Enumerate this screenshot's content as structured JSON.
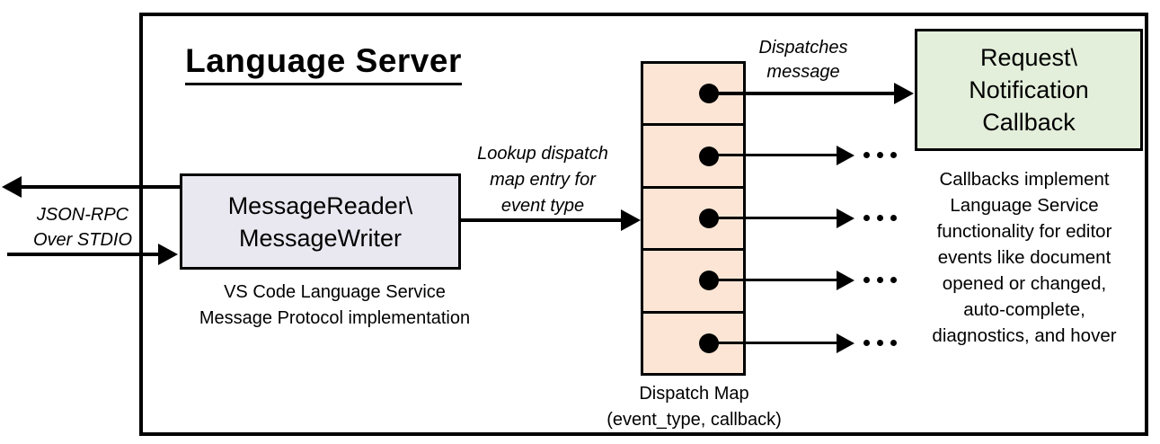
{
  "title": "Language Server",
  "stdio": {
    "label": "JSON-RPC\nOver STDIO"
  },
  "message_box": {
    "label": "MessageReader\\\nMessageWriter",
    "caption": "VS Code Language Service\nMessage Protocol implementation"
  },
  "lookup": {
    "label": "Lookup dispatch\nmap entry for\nevent type"
  },
  "dispatch_map": {
    "cell_count": 5,
    "caption": "Dispatch Map\n(event_type, callback)",
    "dispatch_label": "Dispatches\nmessage",
    "more_indicator": "..."
  },
  "callback_box": {
    "label": "Request\\\nNotification\nCallback"
  },
  "callbacks_note": "Callbacks implement\nLanguage Service\nfunctionality for editor\nevents like document\nopened or changed,\nauto-complete,\ndiagnostics, and hover",
  "colors": {
    "outer_border": "#000000",
    "message_box_fill": "#e9e8f0",
    "dispatch_cell_fill": "#fce5d5",
    "callback_box_fill": "#e4efdb",
    "line": "#000000"
  }
}
